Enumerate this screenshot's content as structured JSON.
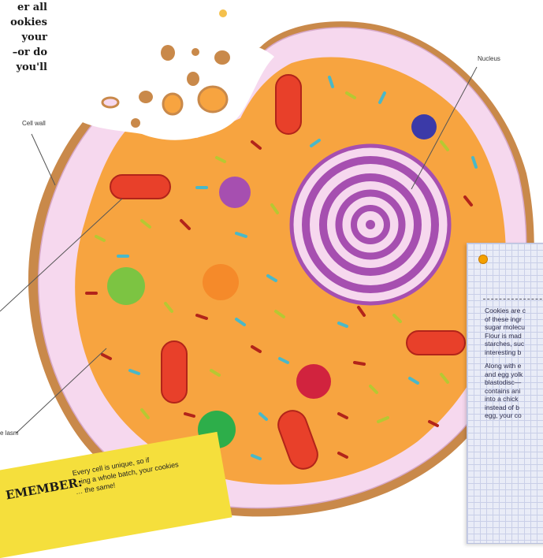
{
  "intro_text": "er all\nookies\nyour\n–or do\nyou'll",
  "labels": {
    "cell_wall": "Cell wall",
    "nucleus": "Nucleus",
    "bottom_label": "e lasm"
  },
  "note": {
    "para1": "Cookies are c\nof these ingr\nsugar molecu\nFlour is mad\nstarches, suc\ninteresting b",
    "para2": "Along with e\nand egg yolk\nblastodisc—\ncontains ani\ninto a chick\ninstead of b\negg, your co"
  },
  "remember": {
    "heading": "EMEMBER:",
    "body": "Every cell is unique, so if\n…ing a whole batch, your cookies\n… the same!"
  },
  "colors": {
    "dough": "#f7a440",
    "frosting": "#f6d8ee",
    "crust": "#c9894a",
    "red_organelle": "#e8402a",
    "nucleus_purple": "#a64fb0",
    "sticky_yellow": "#f5df3c"
  }
}
